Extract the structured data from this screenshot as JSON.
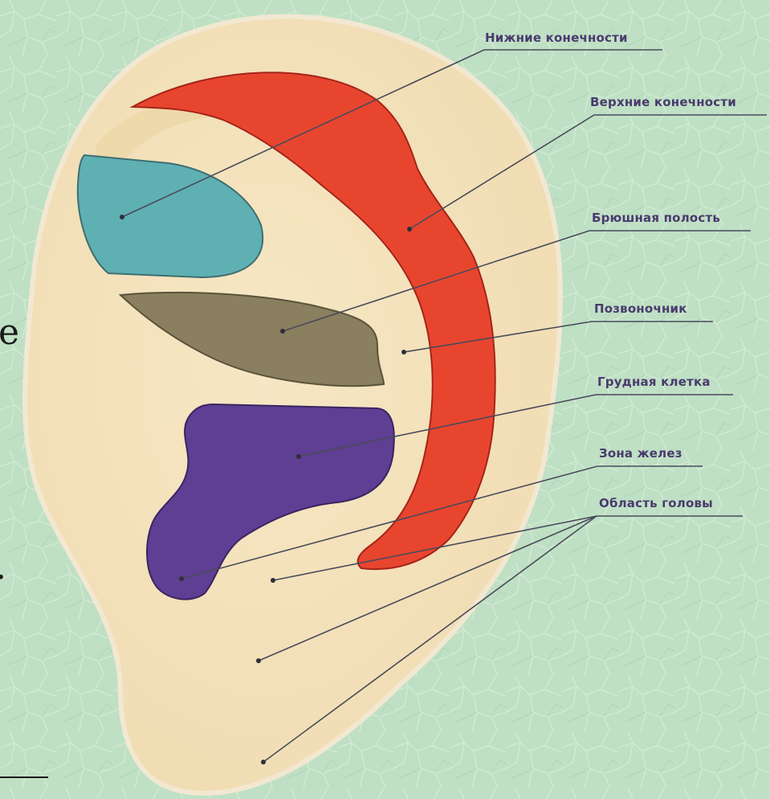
{
  "labels": {
    "lower_limbs": "Нижние конечности",
    "upper_limbs": "Верхние конечности",
    "abdominal_cavity": "Брюшная полость",
    "spine": "Позвоночник",
    "chest": "Грудная клетка",
    "glands_zone": "Зона желез",
    "head_area": "Область головы"
  },
  "edge_text": {
    "letter": "e",
    "dot": "."
  },
  "colors": {
    "background": "#bfe0c4",
    "ear_skin": "#f3e2bd",
    "ear_rim": "#e6cf9f",
    "lower_limbs_zone": "#5fb0b3",
    "upper_limbs_zone": "#e8452f",
    "abdominal_zone": "#8a7f5e",
    "chest_zone": "#5e3f93",
    "label_text": "#4a3a6e",
    "leader_line": "#4a4a5a"
  }
}
